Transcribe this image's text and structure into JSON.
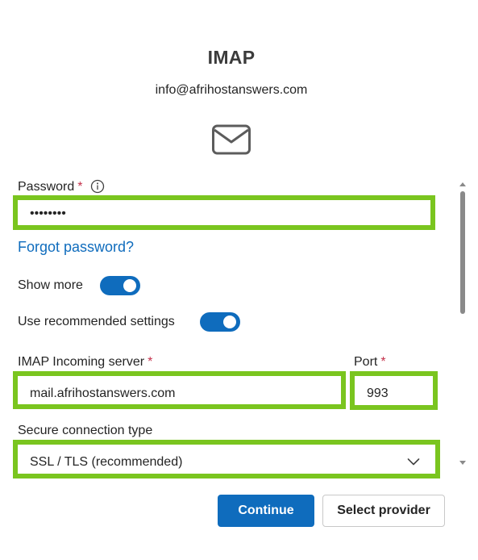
{
  "header": {
    "title": "IMAP",
    "email": "info@afrihostanswers.com",
    "icon": "mail-icon"
  },
  "form": {
    "password": {
      "label": "Password",
      "required_mark": "*",
      "info_icon": "info-icon",
      "value": "••••••••"
    },
    "forgot_password_link": "Forgot password?",
    "show_more": {
      "label": "Show more",
      "checked": true
    },
    "use_recommended": {
      "label": "Use recommended settings",
      "checked": true
    },
    "incoming_server": {
      "label": "IMAP Incoming server",
      "required_mark": "*",
      "value": "mail.afrihostanswers.com"
    },
    "port": {
      "label": "Port",
      "required_mark": "*",
      "value": "993"
    },
    "secure_connection": {
      "label": "Secure connection type",
      "selected": "SSL / TLS (recommended)",
      "icon": "chevron-down-icon"
    }
  },
  "buttons": {
    "continue_label": "Continue",
    "select_provider_label": "Select provider"
  },
  "colors": {
    "accent": "#0f6cbd",
    "highlight": "#7ac51f",
    "required": "#c4314b"
  }
}
